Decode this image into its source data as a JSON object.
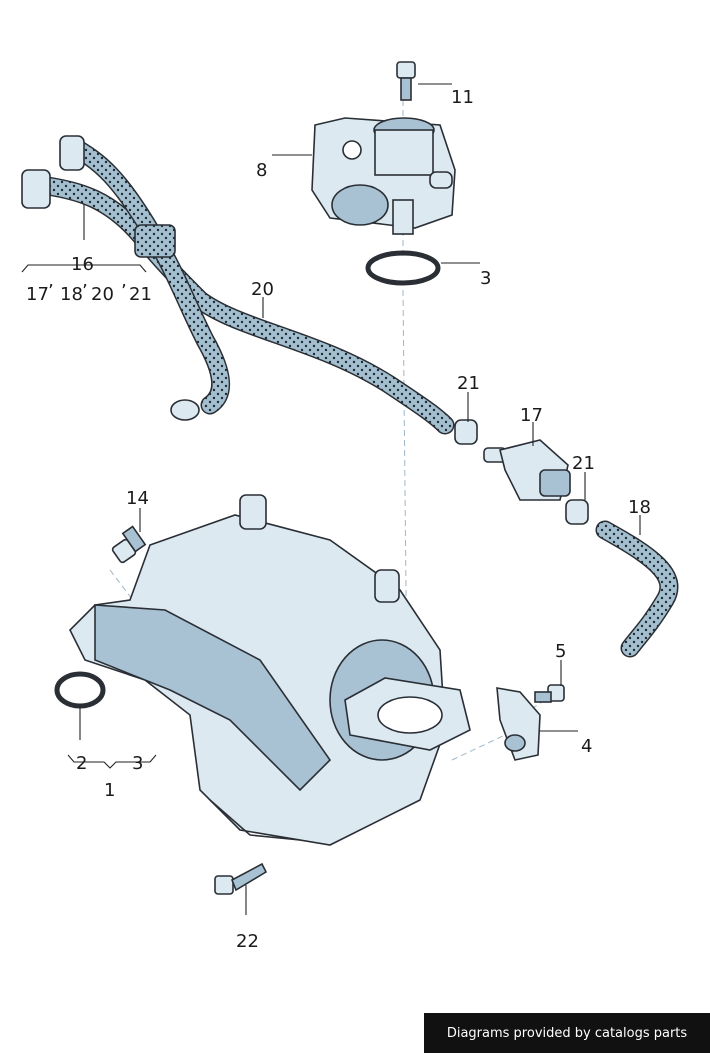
{
  "diagram": {
    "callouts": {
      "c1": "1",
      "c2": "2",
      "c3a": "3",
      "c3b": "3",
      "c4": "4",
      "c5": "5",
      "c8": "8",
      "c11": "11",
      "c14": "14",
      "c16": "16",
      "c17a": "17",
      "c17b": "17",
      "c18a": "18",
      "c18b": "18",
      "c20a": "20",
      "c20b": "20",
      "c21a": "21",
      "c21b": "21",
      "c21c": "21",
      "c22": "22"
    },
    "group_separator": "’",
    "colors": {
      "body": "#dce9f1",
      "shade": "#a9c2d3",
      "outline": "#2a2f35",
      "hose": "#a3bfcf"
    }
  },
  "footer": {
    "credit": "Diagrams provided by catalogs parts"
  }
}
